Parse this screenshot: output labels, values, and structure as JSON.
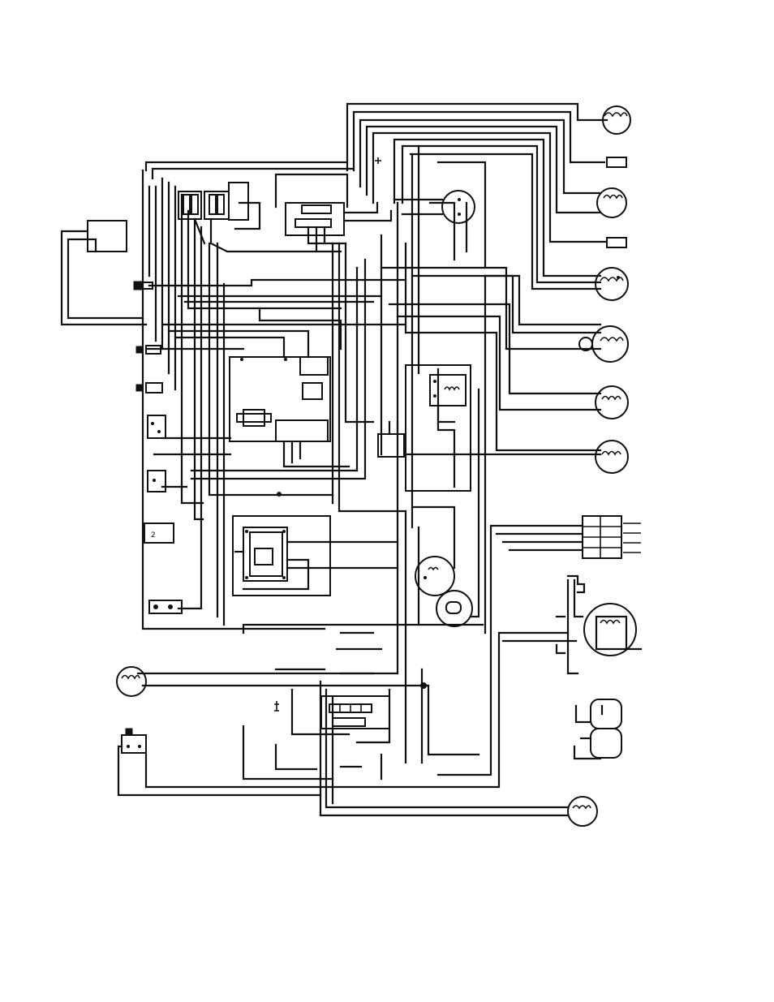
{
  "diagram": {
    "type": "wiring-schematic",
    "colors": {
      "ink": "#111111",
      "paper": "#ffffff"
    }
  },
  "components": [
    {
      "id": "motor-top",
      "kind": "motor"
    },
    {
      "id": "indicator-top",
      "kind": "lamp"
    },
    {
      "id": "motor-2",
      "kind": "motor"
    },
    {
      "id": "indicator-2",
      "kind": "lamp"
    },
    {
      "id": "motor-3",
      "kind": "motor"
    },
    {
      "id": "motor-4",
      "kind": "motor"
    },
    {
      "id": "motor-5",
      "kind": "motor"
    },
    {
      "id": "motor-6",
      "kind": "motor"
    },
    {
      "id": "terminal-block-right",
      "kind": "terminal-block"
    },
    {
      "id": "compressor",
      "kind": "motor"
    },
    {
      "id": "capacitor-pair",
      "kind": "capacitor"
    },
    {
      "id": "motor-bottom",
      "kind": "motor"
    },
    {
      "id": "motor-left",
      "kind": "motor"
    },
    {
      "id": "switch-bottom-left",
      "kind": "switch"
    },
    {
      "id": "transformer",
      "kind": "transformer"
    },
    {
      "id": "control-board",
      "kind": "control-board"
    },
    {
      "id": "relay-center",
      "kind": "relay"
    },
    {
      "id": "relay-block-top",
      "kind": "relay"
    },
    {
      "id": "contactor-block",
      "kind": "contactor"
    },
    {
      "id": "terminal-strip-bottom",
      "kind": "terminal-block"
    }
  ]
}
